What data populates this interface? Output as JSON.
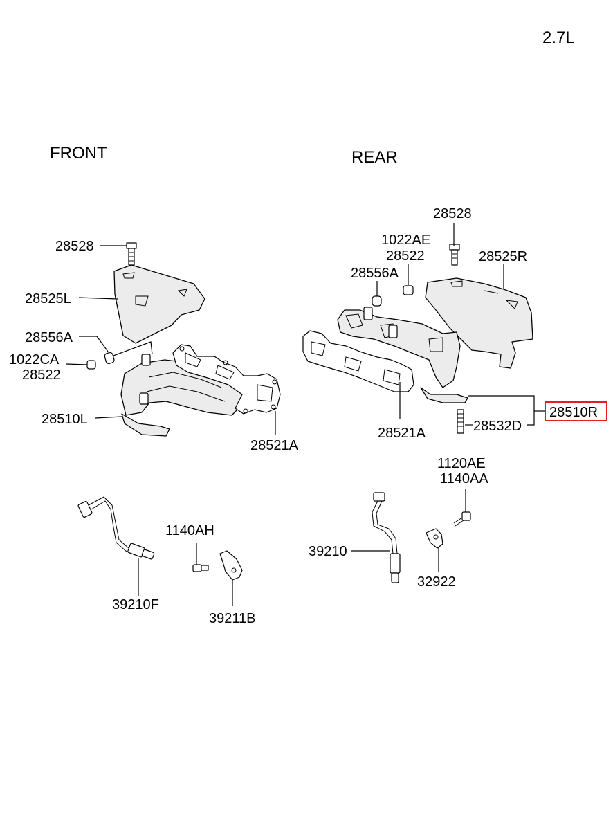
{
  "engine_label": "2.7L",
  "sections": {
    "front": "FRONT",
    "rear": "REAR"
  },
  "highlight_color": "#e02020",
  "callouts": {
    "f_28528": "28528",
    "f_28525L": "28525L",
    "f_28556A": "28556A",
    "f_1022CA": "1022CA",
    "f_28522": "28522",
    "f_28510L": "28510L",
    "f_28521A": "28521A",
    "r_28528": "28528",
    "r_1022AE": "1022AE",
    "r_28522": "28522",
    "r_28525R": "28525R",
    "r_28556A": "28556A",
    "r_28510R": "28510R",
    "r_28532D": "28532D",
    "r_28521A": "28521A",
    "r_1120AE": "1120AE",
    "r_1140AA": "1140AA",
    "r_39210": "39210",
    "r_32922": "32922",
    "f_1140AH": "1140AH",
    "f_39210F": "39210F",
    "f_39211B": "39211B"
  }
}
